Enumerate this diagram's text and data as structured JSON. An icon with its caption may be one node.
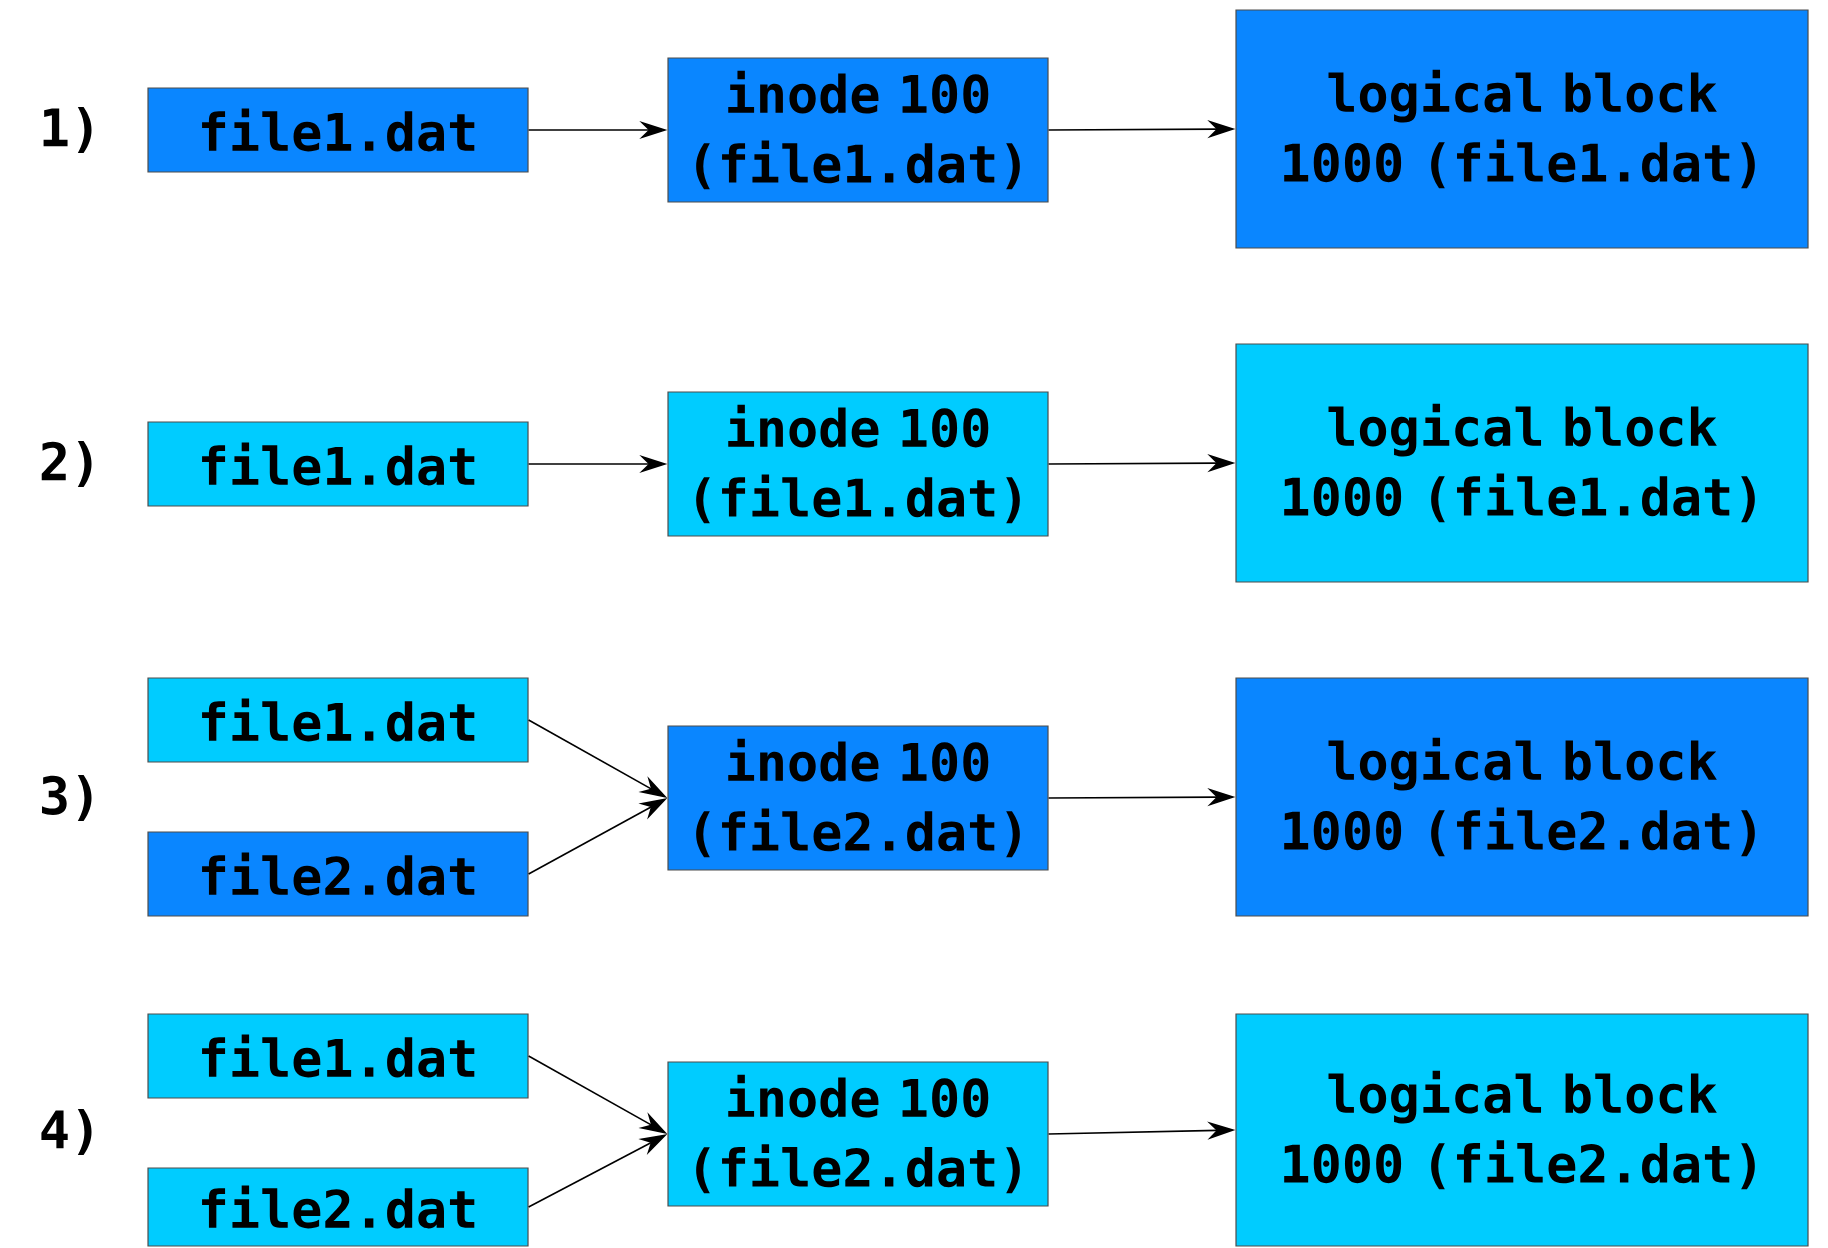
{
  "diagram": {
    "nodes": [
      {
        "text": [
          "file1.dat"
        ]
      },
      {
        "text": [
          "inode 100 (file1.dat)"
        ]
      },
      {
        "text": [
          "logical block 1000 (file1.dat)"
        ]
      },
      {
        "text": [
          "file1.dat"
        ]
      },
      {
        "text": [
          "inode 100 (file1.dat)"
        ]
      },
      {
        "text": [
          "logical block 1000 (file1.dat)"
        ]
      },
      {
        "text": [
          "file1.dat"
        ]
      },
      {
        "text": [
          "file2.dat"
        ]
      },
      {
        "text": [
          "inode 100 (file2.dat)"
        ]
      },
      {
        "text": [
          "logical block 1000 (file2.dat)"
        ]
      },
      {
        "text": [
          "file1.dat"
        ]
      },
      {
        "text": [
          "file2.dat"
        ]
      },
      {
        "text": [
          "inode 100 (file2.dat)"
        ]
      },
      {
        "text": [
          "logical block 1000 (file2.dat)"
        ]
      }
    ],
    "edges": [
      {
        "from": 0,
        "to": 1,
        "arrow": "to"
      },
      {
        "from": 1,
        "to": 2,
        "arrow": "to"
      },
      {
        "from": 3,
        "to": 4,
        "arrow": "to"
      },
      {
        "from": 4,
        "to": 5,
        "arrow": "to"
      },
      {
        "from": 6,
        "to": 8,
        "arrow": "to"
      },
      {
        "from": 7,
        "to": 8,
        "arrow": "to"
      },
      {
        "from": 8,
        "to": 9,
        "arrow": "to"
      },
      {
        "from": 10,
        "to": 12,
        "arrow": "to"
      },
      {
        "from": 11,
        "to": 12,
        "arrow": "to"
      },
      {
        "from": 12,
        "to": 13,
        "arrow": "to"
      }
    ],
    "labels": [
      "1)",
      "2)",
      "3)",
      "4)"
    ]
  }
}
